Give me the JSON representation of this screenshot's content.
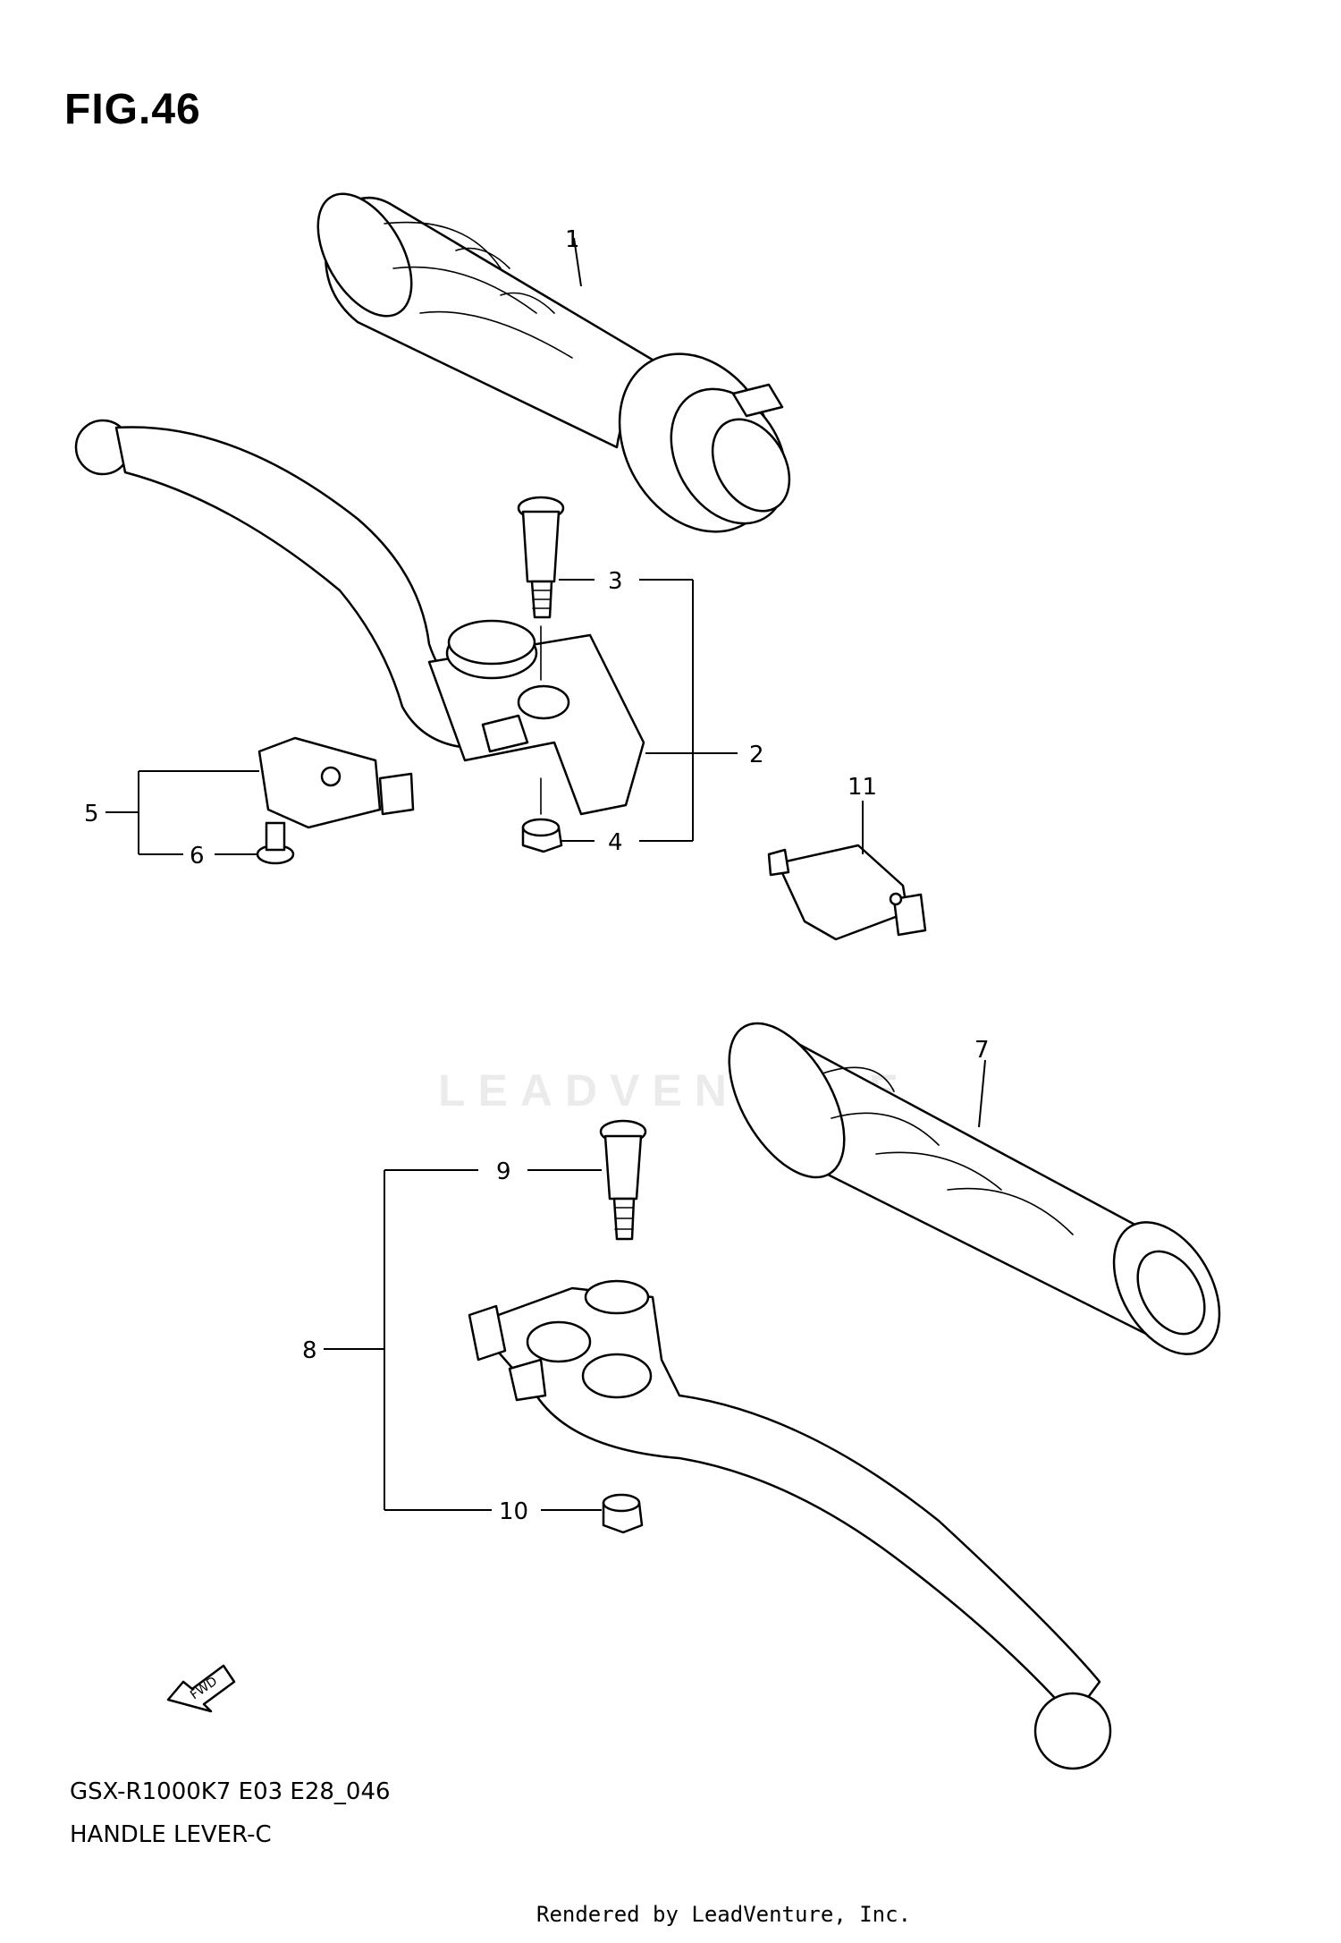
{
  "figure": {
    "title": "FIG.46"
  },
  "callouts": {
    "c1": "1",
    "c2": "2",
    "c3": "3",
    "c4": "4",
    "c5": "5",
    "c6": "6",
    "c7": "7",
    "c8": "8",
    "c9": "9",
    "c10": "10",
    "c11": "11"
  },
  "fwd_label": "FWD",
  "watermark": "LEADVENTURE",
  "footer": {
    "model_code": "GSX-R1000K7 E03 E28_046",
    "section_name": "HANDLE LEVER-C",
    "rendered_by": "Rendered by LeadVenture, Inc."
  }
}
